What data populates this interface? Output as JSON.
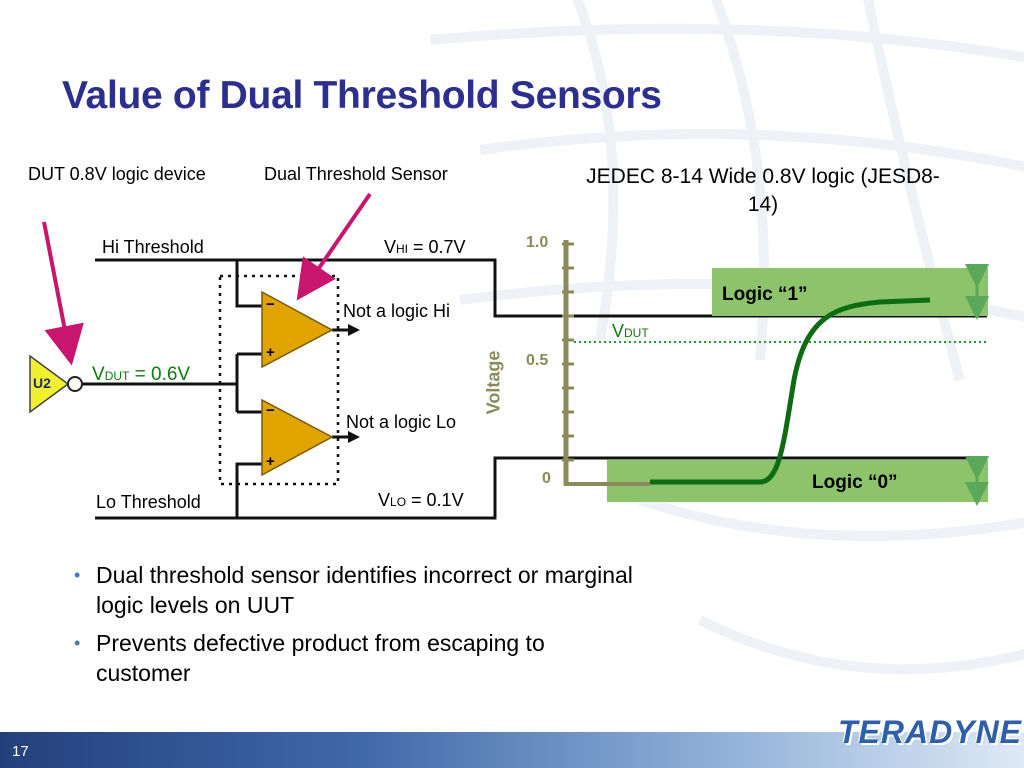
{
  "slide": {
    "title": "Value of Dual Threshold Sensors",
    "page_number": "17",
    "logo_text": "TERADYNE"
  },
  "labels": {
    "dut_device": "DUT 0.8V logic device",
    "dual_sensor": "Dual Threshold Sensor",
    "hi_threshold": "Hi Threshold",
    "lo_threshold": "Lo Threshold",
    "v_hi_main": "V",
    "v_hi_sub": "HI",
    "v_hi_value": " = 0.7V",
    "v_lo_main": "V",
    "v_lo_sub": "LO",
    "v_lo_value": " = 0.1V",
    "v_dut_main": "V",
    "v_dut_sub": "DUT",
    "v_dut_value": " = 0.6V",
    "not_logic_hi": "Not a logic Hi",
    "not_logic_lo": "Not a logic Lo",
    "device_tag": "U2",
    "comparator_minus": "−",
    "comparator_plus": "+"
  },
  "jedec_chart": {
    "title": "JEDEC 8-14 Wide 0.8V logic (JESD8-14)",
    "ylabel": "Voltage",
    "tick_labels": [
      "1.0",
      "0.5",
      "0"
    ],
    "logic_high_label": "Logic “1”",
    "logic_low_label": "Logic “0”",
    "vdut_main": "V",
    "vdut_sub": "DUT"
  },
  "bullets": [
    "Dual threshold sensor identifies incorrect or marginal logic levels on UUT",
    "Prevents defective product from escaping to customer"
  ],
  "colors": {
    "title": "#2d2f8f",
    "wire": "#111111",
    "comparator": "#e0a400",
    "annotation_arrow": "#c8166e",
    "logic_band": "#8cc36b",
    "logic_curve": "#0d6b12",
    "vdut_dotted": "#1f9a2e",
    "axis": "#8a8a5a",
    "band_arrow": "#5aa85a"
  }
}
